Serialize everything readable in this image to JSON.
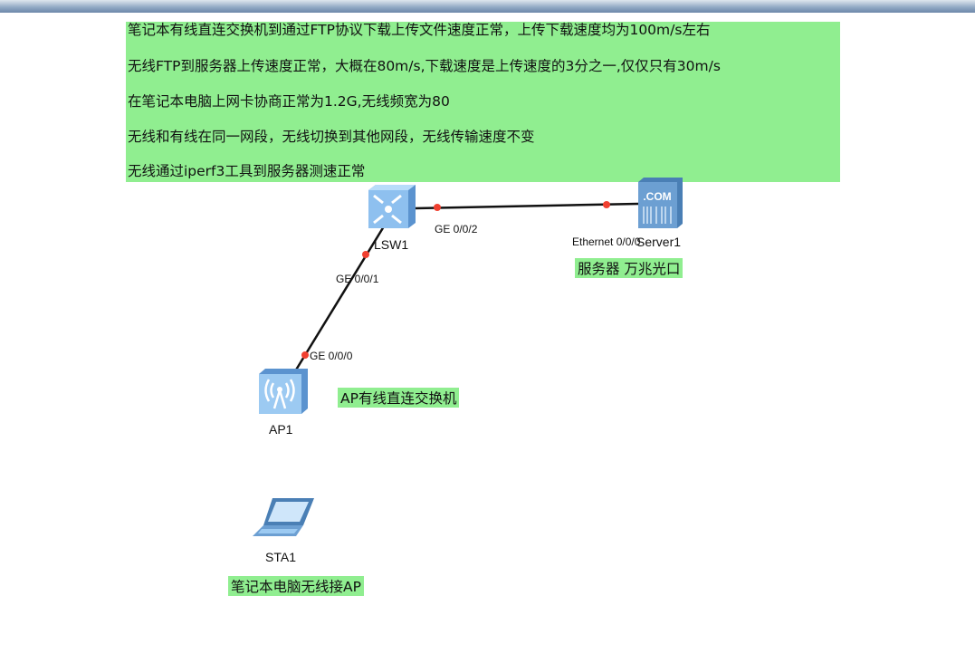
{
  "notes": [
    "笔记本有线直连交换机到通过FTP协议下载上传文件速度正常，上传下载速度均为100m/s左右",
    "无线FTP到服务器上传速度正常，大概在80m/s,下载速度是上传速度的3分之一,仅仅只有30m/s",
    "在笔记本电脑上网卡协商正常为1.2G,无线频宽为80",
    "无线和有线在同一网段，无线切换到其他网段，无线传输速度不变",
    "无线通过iperf3工具到服务器测速正常"
  ],
  "devices": {
    "switch": "LSW1",
    "server": "Server1",
    "ap": "AP1",
    "sta": "STA1",
    "server_logo": ".COM"
  },
  "ports": {
    "sw_server": "GE 0/0/2",
    "server_eth": "Ethernet 0/0/0",
    "sw_ap": "GE 0/0/1",
    "ap_sw": "GE 0/0/0"
  },
  "labels": {
    "server": "服务器 万兆光口",
    "ap": "AP有线直连交换机",
    "sta": "笔记本电脑无线接AP"
  },
  "colors": {
    "note_bg": "#90ee90",
    "port_dot": "#f04030"
  }
}
